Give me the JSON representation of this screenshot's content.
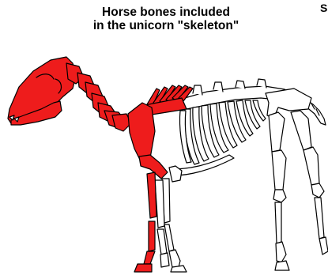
{
  "diagram": {
    "title_line1": "Horse bones included",
    "title_line2": "in the unicorn \"skeleton\"",
    "corner_fragment": "S",
    "colors": {
      "included_bone": "#ee1c1c",
      "other_bone": "#ffffff",
      "outline": "#000000"
    }
  }
}
